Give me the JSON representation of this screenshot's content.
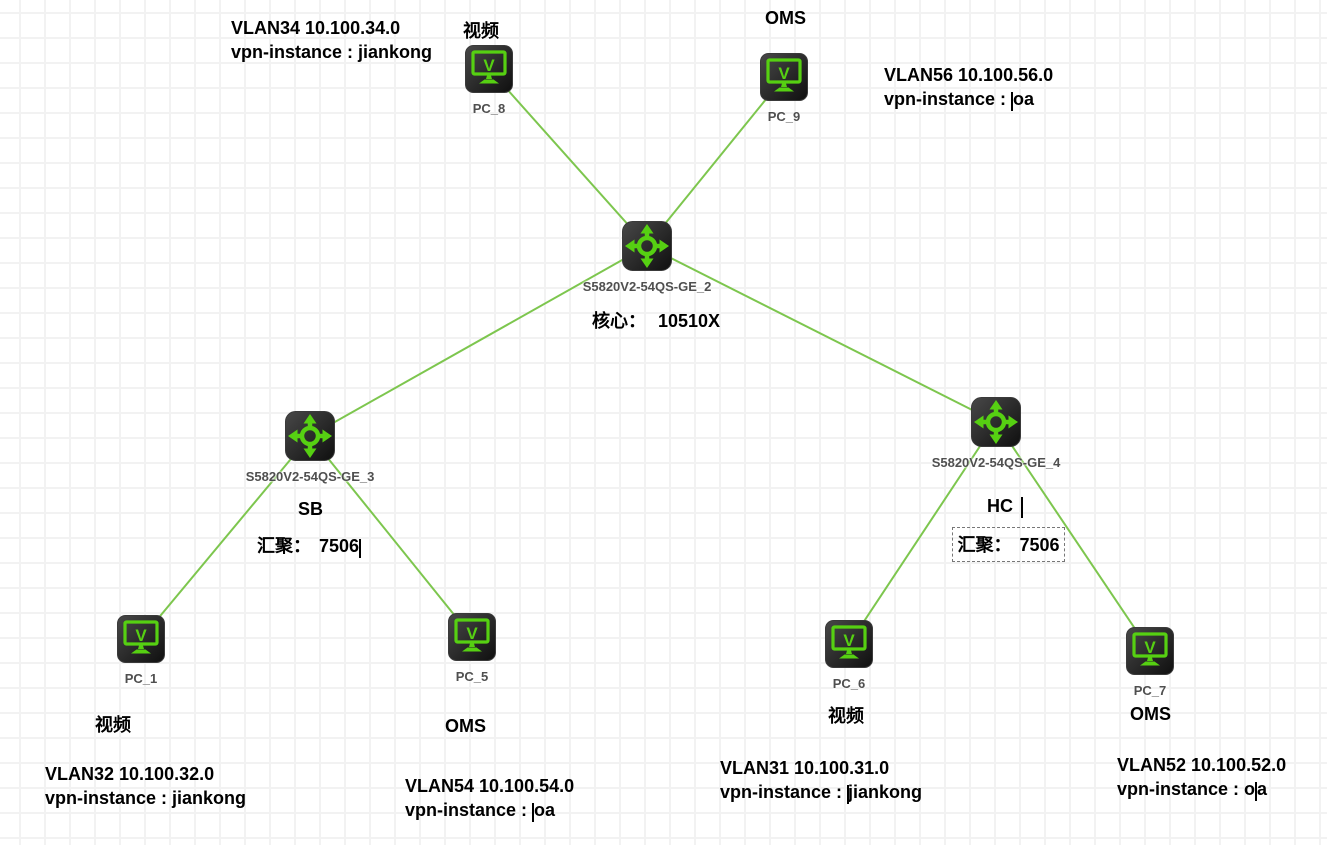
{
  "canvas": {
    "background": "#ffffff",
    "grid_color": "#f2f2f2",
    "link_color": "#7dc64e",
    "icon_green": "#56d012",
    "icon_body": "#262626",
    "device_label_color": "#4f4f4f"
  },
  "devices": [
    {
      "label": "PC_8",
      "type": "pc"
    },
    {
      "label": "PC_9",
      "type": "pc"
    },
    {
      "label": "S5820V2-54QS-GE_2",
      "type": "switch"
    },
    {
      "label": "S5820V2-54QS-GE_3",
      "type": "switch"
    },
    {
      "label": "S5820V2-54QS-GE_4",
      "type": "switch"
    },
    {
      "label": "PC_1",
      "type": "pc"
    },
    {
      "label": "PC_5",
      "type": "pc"
    },
    {
      "label": "PC_6",
      "type": "pc"
    },
    {
      "label": "PC_7",
      "type": "pc"
    }
  ],
  "links": [
    {
      "from": "PC_8",
      "to": "S5820V2-54QS-GE_2"
    },
    {
      "from": "PC_9",
      "to": "S5820V2-54QS-GE_2"
    },
    {
      "from": "S5820V2-54QS-GE_2",
      "to": "S5820V2-54QS-GE_3"
    },
    {
      "from": "S5820V2-54QS-GE_2",
      "to": "S5820V2-54QS-GE_4"
    },
    {
      "from": "S5820V2-54QS-GE_3",
      "to": "PC_1"
    },
    {
      "from": "S5820V2-54QS-GE_3",
      "to": "PC_5"
    },
    {
      "from": "S5820V2-54QS-GE_4",
      "to": "PC_6"
    },
    {
      "from": "S5820V2-54QS-GE_4",
      "to": "PC_7"
    }
  ],
  "annotations": {
    "vlan34_line1": "VLAN34 10.100.34.0",
    "vlan34_line2": "vpn-instance : jiankong",
    "video_top": "视频",
    "oms_top": "OMS",
    "vlan56_line1": "VLAN56 10.100.56.0",
    "vlan56_line2_prefix": "vpn-instance : ",
    "vlan56_line2_value": "oa",
    "core_role_label": "核心：",
    "core_role_value": "10510X",
    "sb_label": "SB",
    "agg_left_label": "汇聚：",
    "agg_left_value": "7506",
    "hc_label": "HC",
    "agg_right_label": "汇聚：",
    "agg_right_value": "7506",
    "video_left": "视频",
    "vlan32_line1": "VLAN32 10.100.32.0",
    "vlan32_line2": "vpn-instance : jiankong",
    "oms_left": "OMS",
    "vlan54_line1": "VLAN54 10.100.54.0",
    "vlan54_line2_prefix": "vpn-instance : ",
    "vlan54_line2_value": "oa",
    "video_right": "视频",
    "vlan31_line1": "VLAN31 10.100.31.0",
    "vlan31_line2_prefix": "vpn-instance : ",
    "vlan31_line2_value": "jiankong",
    "oms_right": "OMS",
    "vlan52_line1": "VLAN52 10.100.52.0",
    "vlan52_line2_prefix": "vpn-instance : o",
    "vlan52_line2_value": "a"
  }
}
